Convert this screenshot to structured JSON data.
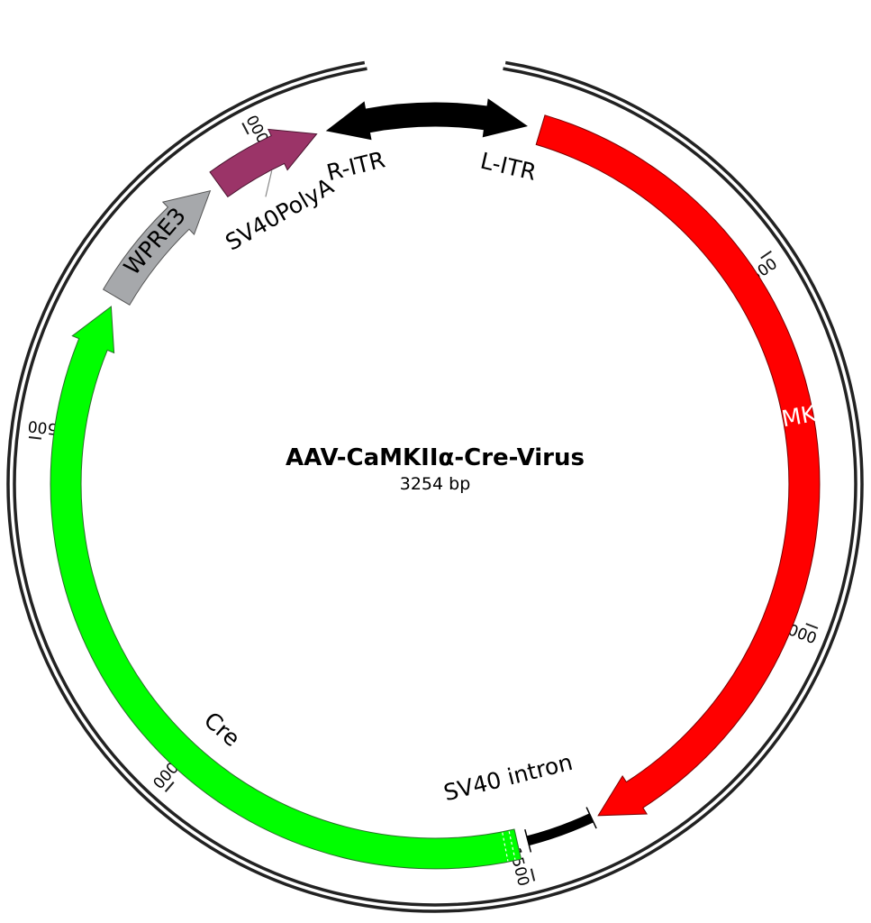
{
  "plasmid": {
    "name": "AAV-CaMKIIα-Cre-Virus",
    "size_label": "3254 bp",
    "length_bp": 3254
  },
  "features": [
    {
      "id": "l-itr",
      "label": "L-ITR",
      "start": 1,
      "end": 130,
      "direction": "forward",
      "color": "#000000",
      "label_color": "#000000"
    },
    {
      "id": "camkii",
      "label": "CaMKIIα",
      "start": 150,
      "end": 1390,
      "direction": "forward",
      "color": "#ff0000",
      "label_color": "#ffffff"
    },
    {
      "id": "sv40-intron",
      "label": "SV40 intron",
      "start": 1400,
      "end": 1495,
      "direction": "none",
      "color": "#000000",
      "label_color": "#000000"
    },
    {
      "id": "cre",
      "label": "Cre",
      "start": 1510,
      "end": 2700,
      "direction": "forward",
      "color": "#00ff00",
      "label_color": "#000000"
    },
    {
      "id": "wpre3",
      "label": "WPRE3",
      "start": 2715,
      "end": 2915,
      "direction": "forward",
      "color": "#a6a8ab",
      "label_color": "#000000"
    },
    {
      "id": "sv40polya",
      "label": "SV40PolyA",
      "start": 2930,
      "end": 3085,
      "direction": "forward",
      "color": "#9b3468",
      "label_color": "#000000"
    },
    {
      "id": "r-itr",
      "label": "R-ITR",
      "start": 3100,
      "end": 3254,
      "direction": "reverse",
      "color": "#000000",
      "label_color": "#000000"
    }
  ],
  "ticks": [
    {
      "bp": 500,
      "label": "500"
    },
    {
      "bp": 1000,
      "label": "1000"
    },
    {
      "bp": 1500,
      "label": "1500"
    },
    {
      "bp": 2000,
      "label": "2000"
    },
    {
      "bp": 2500,
      "label": "2500"
    },
    {
      "bp": 3000,
      "label": "3000"
    }
  ]
}
